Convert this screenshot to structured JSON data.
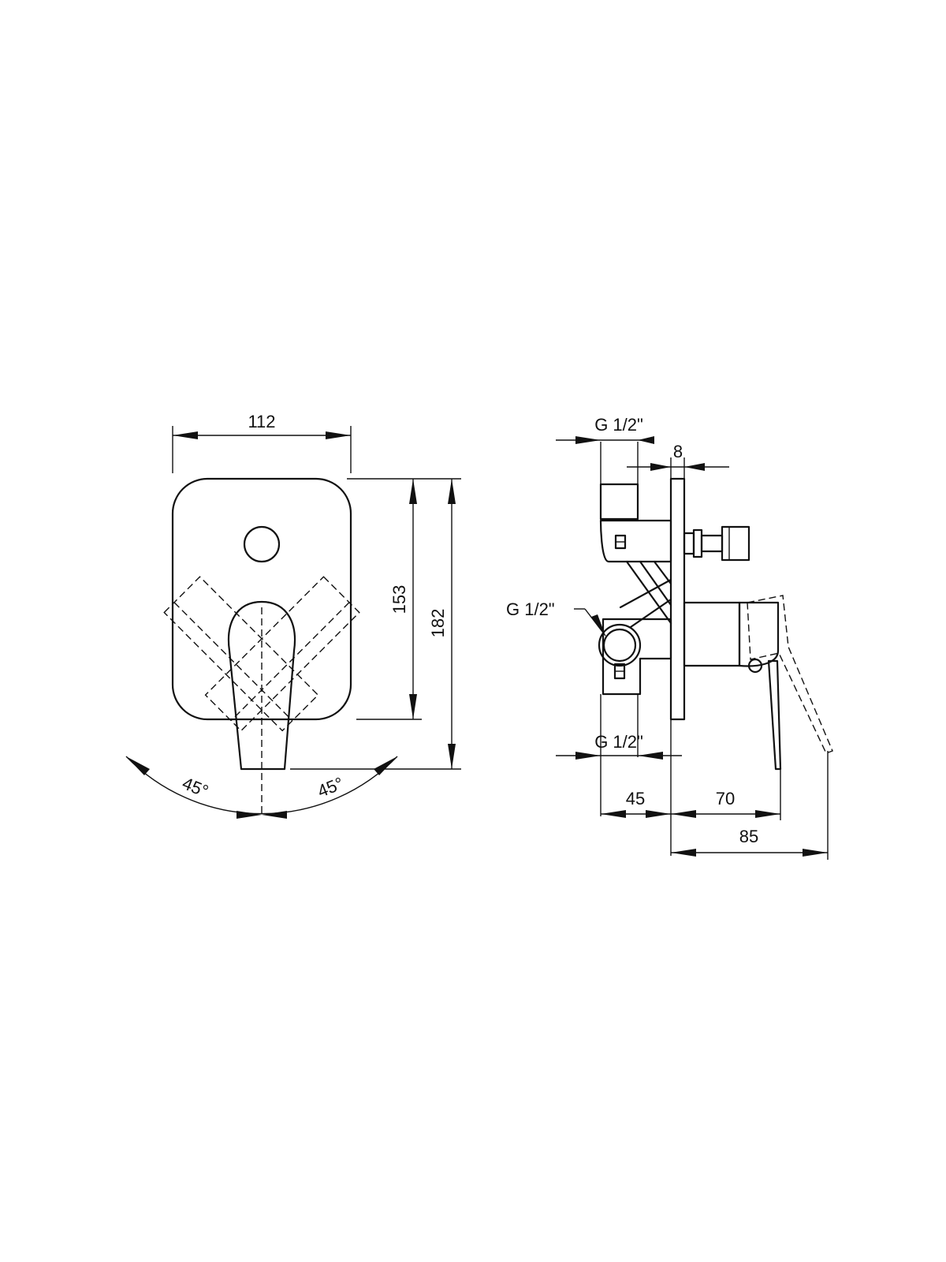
{
  "colors": {
    "ink": "#111111",
    "background": "#ffffff"
  },
  "front_view": {
    "width_label": "112",
    "plate_height_label": "153",
    "overall_height_label": "182",
    "angle_left_label": "45°",
    "angle_right_label": "45°"
  },
  "side_view": {
    "thread_top_label": "G 1/2\"",
    "plate_thickness_label": "8",
    "thread_middle_label": "G 1/2\"",
    "thread_bottom_label": "G 1/2\"",
    "body_depth_label": "45",
    "handle_projection_label": "70",
    "overall_projection_label": "85"
  }
}
